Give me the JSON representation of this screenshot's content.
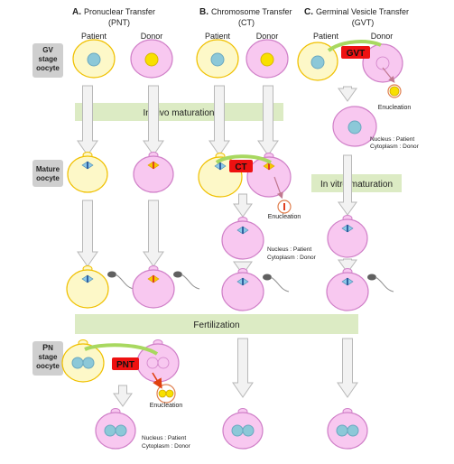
{
  "sections": [
    {
      "letter": "A.",
      "title_line1": "Pronuclear Transfer",
      "title_line2": "(PNT)"
    },
    {
      "letter": "B.",
      "title_line1": "Chromosome Transfer",
      "title_line2": "(CT)"
    },
    {
      "letter": "C.",
      "title_line1": "Germinal Vesicle Transfer",
      "title_line2": "(GVT)"
    }
  ],
  "columns": {
    "patient": "Patient",
    "donor": "Donor"
  },
  "row_labels": {
    "gv": [
      "GV",
      "stage",
      "oocyte"
    ],
    "mature": [
      "Mature",
      "oocyte"
    ],
    "pn_bold": "P",
    "pn_rest": "N",
    "pn": [
      "stage",
      "oocyte"
    ]
  },
  "banners": {
    "in_vivo": "In vivo maturation",
    "in_vitro": "In vitro maturation",
    "fertilization": "Fertilization"
  },
  "procedure_tags": {
    "gvt": "GVT",
    "ct": "CT",
    "pnt": "PNT"
  },
  "enucleation": "Enucleation",
  "result_note": {
    "nucleus": "Nucleus : Patient",
    "cytoplasm": "Cytoplasm : Donor"
  },
  "colors": {
    "patient_fill": "#fdf8c8",
    "patient_stroke": "#f0c000",
    "donor_fill": "#f8c8f0",
    "donor_stroke": "#d080c8",
    "nucleus_fill": "#8cc8d8",
    "nucleus_stroke": "#6aa8c0",
    "banner": "#dcebc4",
    "tag": "#ee1111",
    "arrow_fill": "#f2f2f2",
    "arrow_stroke": "#b8b8b8",
    "label_box": "#cfcfcf",
    "transfer_green": "#a8d860"
  }
}
